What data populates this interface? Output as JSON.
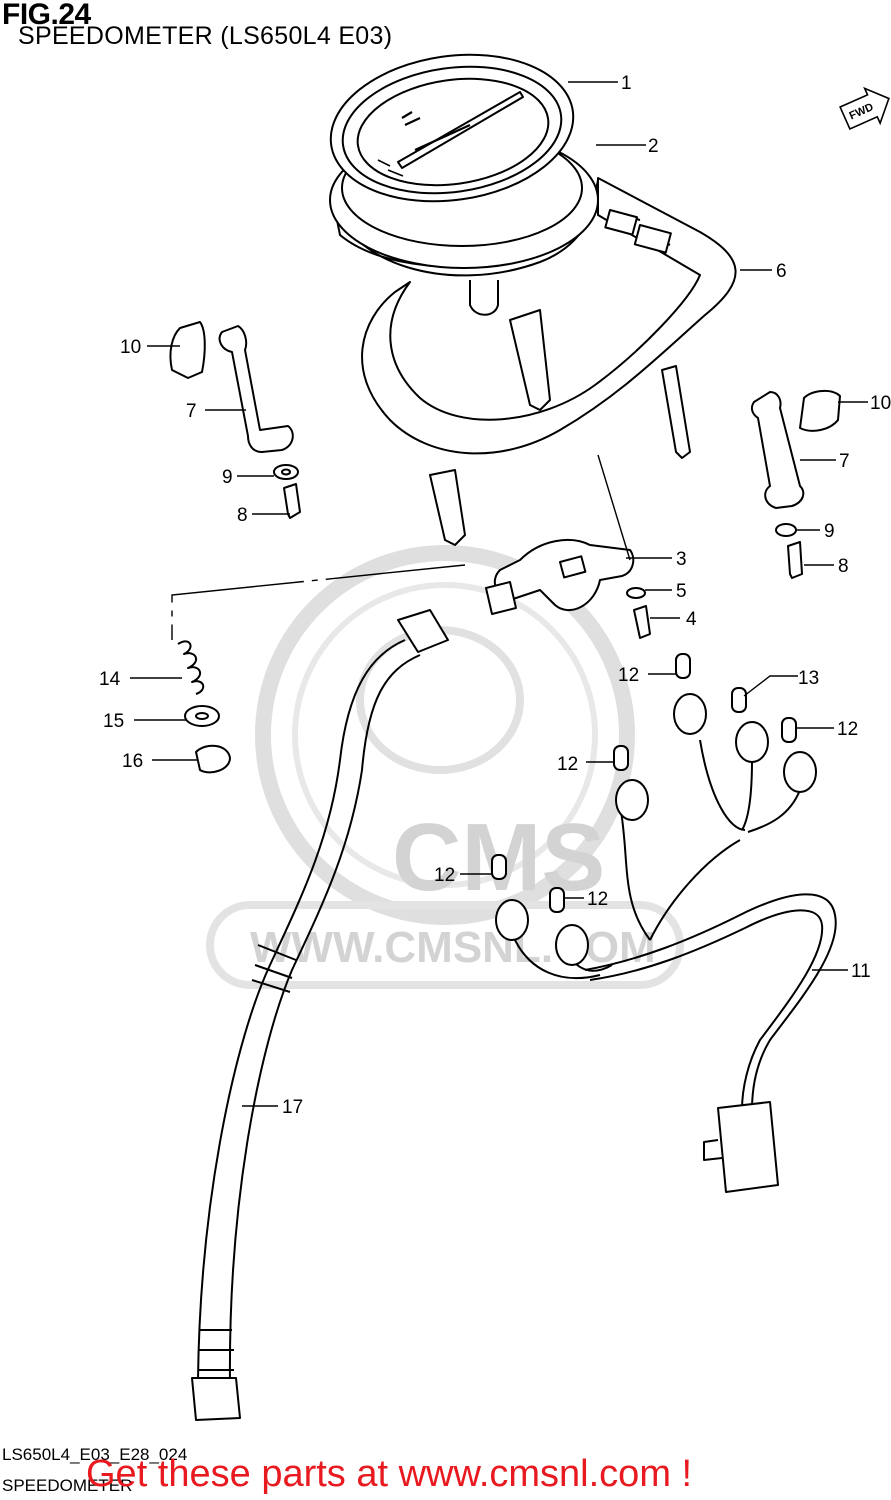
{
  "figure": {
    "title": "FIG.24",
    "subtitle": "SPEEDOMETER (LS650L4 E03)",
    "drawing_code": "LS650L4_E03_E28_024",
    "drawing_name": "SPEEDOMETER"
  },
  "direction_marker": "FWD",
  "watermark": {
    "brand": "CMS",
    "url": "WWW.CMSNL.COM"
  },
  "promo": "Get these parts at www.cmsnl.com !",
  "callouts": [
    {
      "id": "c1",
      "label": "1"
    },
    {
      "id": "c2",
      "label": "2"
    },
    {
      "id": "c6",
      "label": "6"
    },
    {
      "id": "c10a",
      "label": "10"
    },
    {
      "id": "c7a",
      "label": "7"
    },
    {
      "id": "c10b",
      "label": "10"
    },
    {
      "id": "c7b",
      "label": "7"
    },
    {
      "id": "c9a",
      "label": "9"
    },
    {
      "id": "c8a",
      "label": "8"
    },
    {
      "id": "c9b",
      "label": "9"
    },
    {
      "id": "c8b",
      "label": "8"
    },
    {
      "id": "c3",
      "label": "3"
    },
    {
      "id": "c5",
      "label": "5"
    },
    {
      "id": "c4",
      "label": "4"
    },
    {
      "id": "c14",
      "label": "14"
    },
    {
      "id": "c15",
      "label": "15"
    },
    {
      "id": "c16",
      "label": "16"
    },
    {
      "id": "c12a",
      "label": "12"
    },
    {
      "id": "c13",
      "label": "13"
    },
    {
      "id": "c12b",
      "label": "12"
    },
    {
      "id": "c12c",
      "label": "12"
    },
    {
      "id": "c12d",
      "label": "12"
    },
    {
      "id": "c12e",
      "label": "12"
    },
    {
      "id": "c11",
      "label": "11"
    },
    {
      "id": "c17",
      "label": "17"
    }
  ]
}
